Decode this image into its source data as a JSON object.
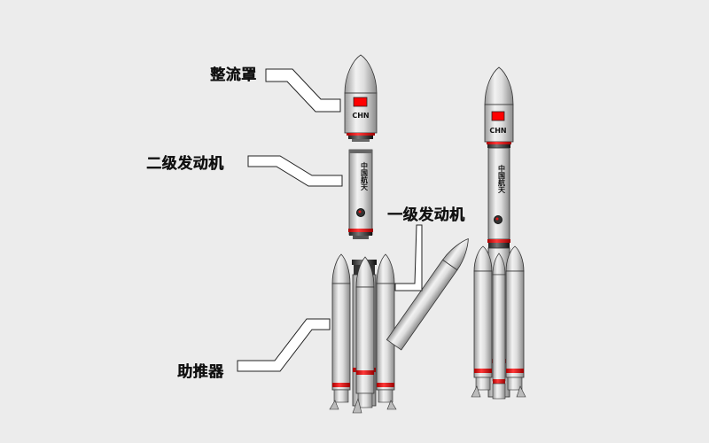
{
  "labels": {
    "fairing": "整流罩",
    "second_stage_engine": "二级发动机",
    "first_stage_engine": "一级发动机",
    "booster": "助推器"
  },
  "rocket_text": {
    "country_code": "CHN",
    "body_mark": "中国航天"
  },
  "colors": {
    "background": "#ececec",
    "rocket_body": "#d9d9d9",
    "stripe_red": "#e01818",
    "flag_red": "#ff0000",
    "outline": "#222222"
  }
}
